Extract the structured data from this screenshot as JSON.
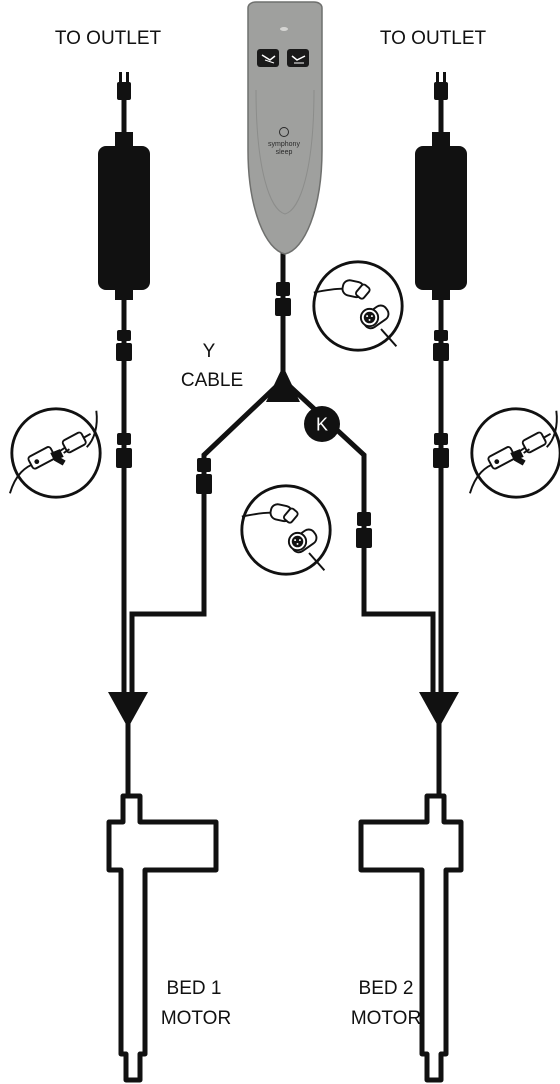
{
  "labels": {
    "outlet_left": "TO OUTLET",
    "outlet_right": "TO OUTLET",
    "y_cable_line1": "Y",
    "y_cable_line2": "CABLE",
    "bed1_line1": "BED 1",
    "bed1_line2": "MOTOR",
    "bed2_line1": "BED 2",
    "bed2_line2": "MOTOR",
    "connector_marker": "K"
  },
  "remote": {
    "brand_line1": "symphony",
    "brand_line2": "sleep"
  },
  "colors": {
    "cable": "#111111",
    "remote_body": "#9fa09e",
    "remote_edge": "#6f706e",
    "background": "#ffffff"
  }
}
